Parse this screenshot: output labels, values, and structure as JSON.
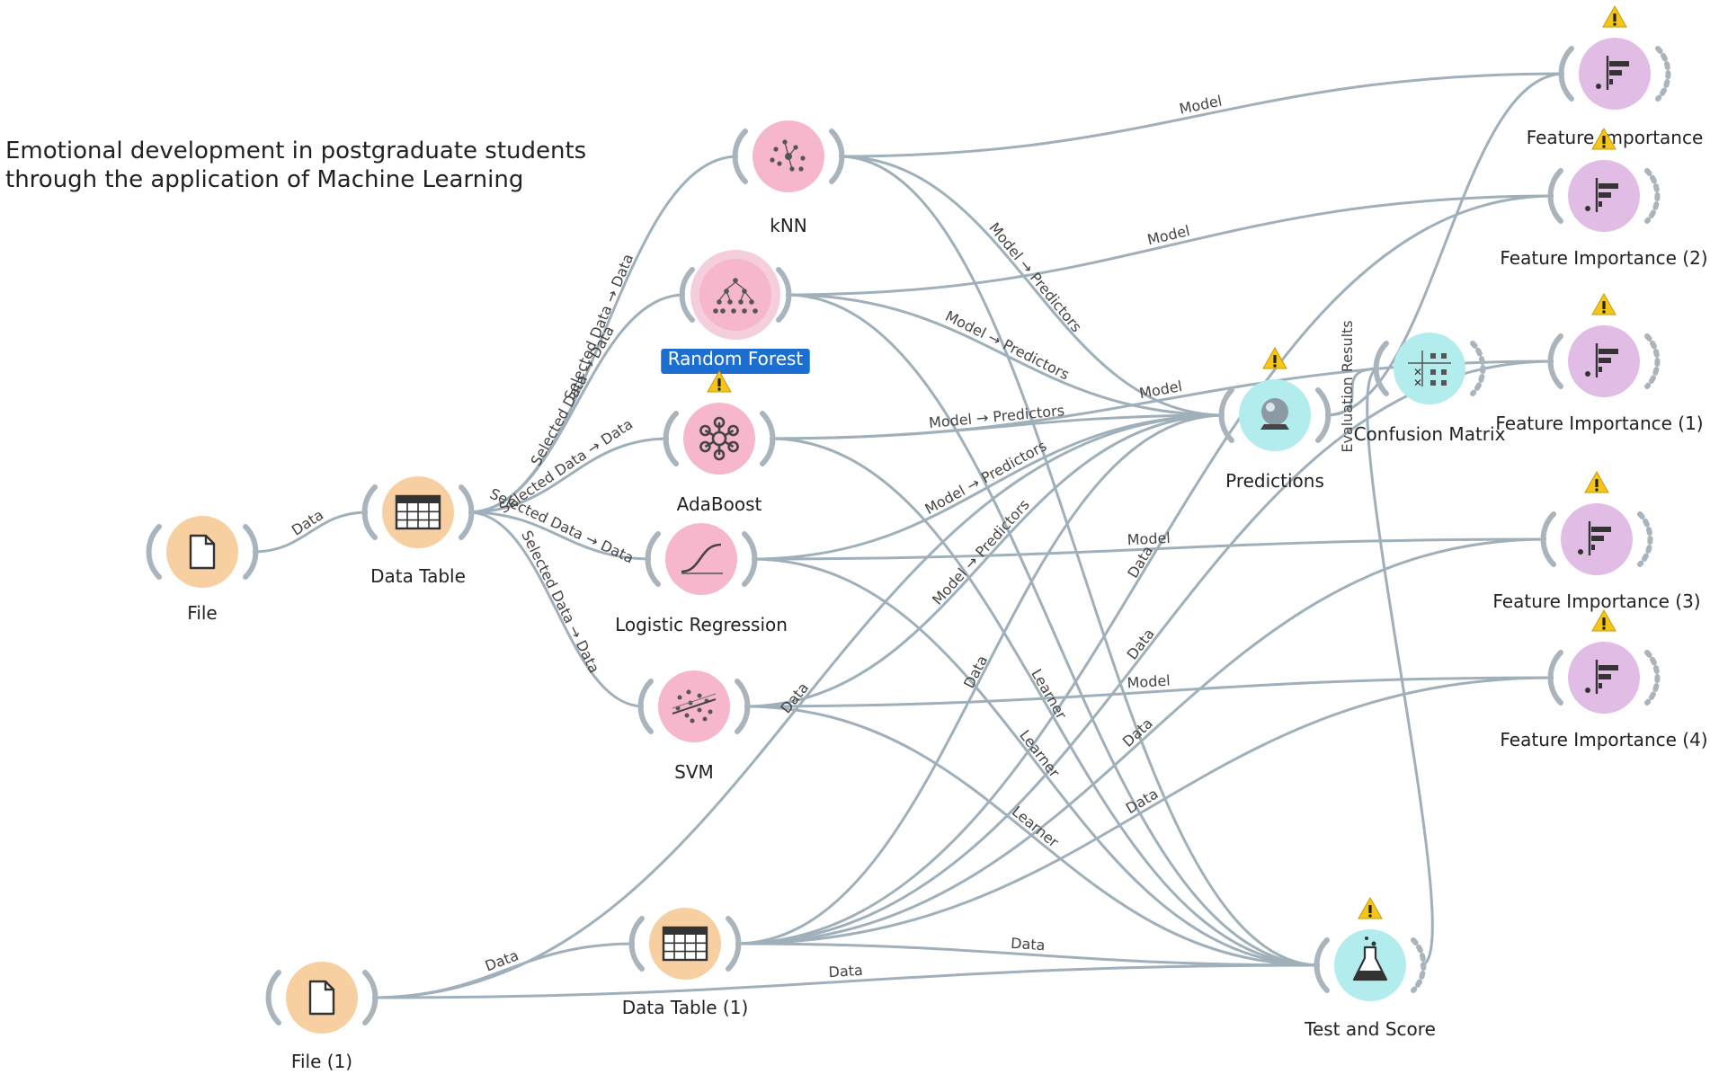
{
  "title": {
    "line1": "Emotional development in postgraduate students",
    "line2": "through the application of Machine Learning"
  },
  "colors": {
    "data": "#f7cfa0",
    "model": "#f6b6cc",
    "eval": "#b3ecec",
    "viz": "#e1bde6",
    "link": "#9fb0bb",
    "selection": "#1c6fd0",
    "warning": "#f5c518"
  },
  "nodes": [
    {
      "id": "file",
      "label": "File",
      "category": "data",
      "icon": "file-icon",
      "warning": false,
      "selected": false
    },
    {
      "id": "datatable",
      "label": "Data Table",
      "category": "data",
      "icon": "table-icon",
      "warning": false,
      "selected": false
    },
    {
      "id": "knn",
      "label": "kNN",
      "category": "model",
      "icon": "knn-icon",
      "warning": false,
      "selected": false
    },
    {
      "id": "rf",
      "label": "Random Forest",
      "category": "model",
      "icon": "tree-icon",
      "warning": false,
      "selected": true
    },
    {
      "id": "adaboost",
      "label": "AdaBoost",
      "category": "model",
      "icon": "adaboost-icon",
      "warning": true,
      "selected": false
    },
    {
      "id": "logreg",
      "label": "Logistic Regression",
      "category": "model",
      "icon": "sigmoid-icon",
      "warning": false,
      "selected": false
    },
    {
      "id": "svm",
      "label": "SVM",
      "category": "model",
      "icon": "svm-icon",
      "warning": false,
      "selected": false
    },
    {
      "id": "predictions",
      "label": "Predictions",
      "category": "eval",
      "icon": "crystal-ball-icon",
      "warning": true,
      "selected": false
    },
    {
      "id": "confusion",
      "label": "Confusion Matrix",
      "category": "eval",
      "icon": "confusion-matrix-icon",
      "warning": false,
      "selected": false
    },
    {
      "id": "fi",
      "label": "Feature Importance",
      "category": "viz",
      "icon": "feature-importance-icon",
      "warning": true,
      "selected": false
    },
    {
      "id": "fi2",
      "label": "Feature Importance (2)",
      "category": "viz",
      "icon": "feature-importance-icon",
      "warning": true,
      "selected": false
    },
    {
      "id": "fi1",
      "label": "Feature Importance (1)",
      "category": "viz",
      "icon": "feature-importance-icon",
      "warning": true,
      "selected": false
    },
    {
      "id": "fi3",
      "label": "Feature Importance (3)",
      "category": "viz",
      "icon": "feature-importance-icon",
      "warning": true,
      "selected": false
    },
    {
      "id": "fi4",
      "label": "Feature Importance (4)",
      "category": "viz",
      "icon": "feature-importance-icon",
      "warning": true,
      "selected": false
    },
    {
      "id": "file1",
      "label": "File (1)",
      "category": "data",
      "icon": "file-icon",
      "warning": false,
      "selected": false
    },
    {
      "id": "datatable1",
      "label": "Data Table (1)",
      "category": "data",
      "icon": "table-icon",
      "warning": false,
      "selected": false
    },
    {
      "id": "testscore",
      "label": "Test and Score",
      "category": "eval",
      "icon": "flask-icon",
      "warning": true,
      "selected": false
    }
  ],
  "links": [
    {
      "from": "file",
      "to": "datatable",
      "label": "Data"
    },
    {
      "from": "datatable",
      "to": "knn",
      "label": "Selected Data → Data"
    },
    {
      "from": "datatable",
      "to": "rf",
      "label": "Selected Data → Data"
    },
    {
      "from": "datatable",
      "to": "adaboost",
      "label": "Selected Data → Data"
    },
    {
      "from": "datatable",
      "to": "logreg",
      "label": "Selected Data → Data"
    },
    {
      "from": "datatable",
      "to": "svm",
      "label": "Selected Data → Data"
    },
    {
      "from": "knn",
      "to": "fi",
      "label": "Model"
    },
    {
      "from": "knn",
      "to": "predictions",
      "label": "Model → Predictors"
    },
    {
      "from": "knn",
      "to": "testscore",
      "label": ""
    },
    {
      "from": "rf",
      "to": "fi2",
      "label": "Model"
    },
    {
      "from": "rf",
      "to": "predictions",
      "label": "Model → Predictors"
    },
    {
      "from": "rf",
      "to": "testscore",
      "label": ""
    },
    {
      "from": "adaboost",
      "to": "fi1",
      "label": "Model"
    },
    {
      "from": "adaboost",
      "to": "predictions",
      "label": "Model → Predictors"
    },
    {
      "from": "adaboost",
      "to": "testscore",
      "label": "Learner"
    },
    {
      "from": "logreg",
      "to": "fi3",
      "label": "Model"
    },
    {
      "from": "logreg",
      "to": "predictions",
      "label": "Model → Predictors"
    },
    {
      "from": "logreg",
      "to": "testscore",
      "label": "Learner"
    },
    {
      "from": "svm",
      "to": "fi4",
      "label": "Model"
    },
    {
      "from": "svm",
      "to": "predictions",
      "label": "Model → Predictors"
    },
    {
      "from": "svm",
      "to": "testscore",
      "label": "Learner"
    },
    {
      "from": "predictions",
      "to": "confusion",
      "label": "Evaluation Results"
    },
    {
      "from": "predictions",
      "to": "fi",
      "label": ""
    },
    {
      "from": "testscore",
      "to": "confusion",
      "label": ""
    },
    {
      "from": "file1",
      "to": "datatable1",
      "label": "Data"
    },
    {
      "from": "file1",
      "to": "predictions",
      "label": "Data"
    },
    {
      "from": "file1",
      "to": "testscore",
      "label": "Data"
    },
    {
      "from": "datatable1",
      "to": "predictions",
      "label": "Data"
    },
    {
      "from": "datatable1",
      "to": "fi2",
      "label": "Data"
    },
    {
      "from": "datatable1",
      "to": "fi1",
      "label": "Data"
    },
    {
      "from": "datatable1",
      "to": "fi3",
      "label": "Data"
    },
    {
      "from": "datatable1",
      "to": "fi4",
      "label": "Data"
    },
    {
      "from": "datatable1",
      "to": "testscore",
      "label": "Data"
    }
  ]
}
